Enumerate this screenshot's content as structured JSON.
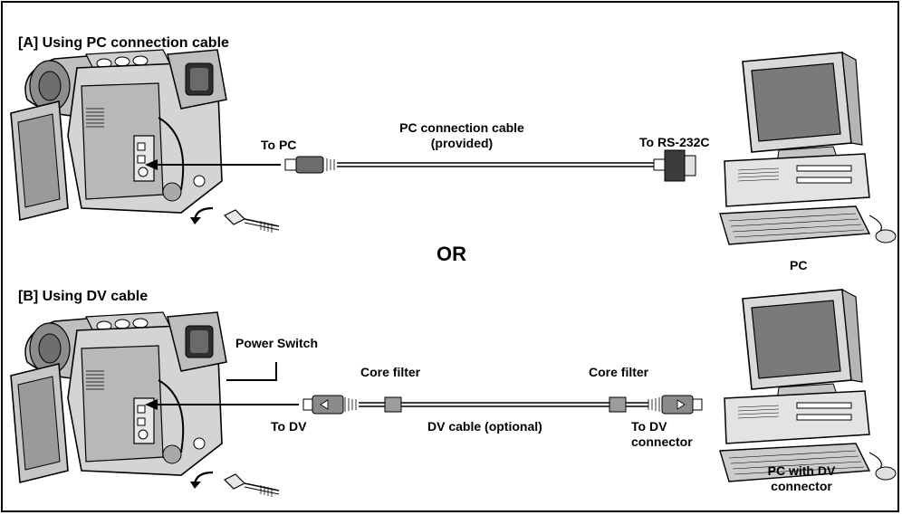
{
  "section_a": {
    "title": "[A] Using PC connection cable",
    "to_pc": "To PC",
    "cable_label": "PC connection cable\n(provided)",
    "to_rs232c": "To RS-232C",
    "pc_label": "PC"
  },
  "or_label": "OR",
  "section_b": {
    "title": "[B] Using DV cable",
    "power_switch": "Power Switch",
    "core_filter_left": "Core filter",
    "core_filter_right": "Core filter",
    "to_dv": "To DV",
    "dv_cable": "DV cable (optional)",
    "to_dv_connector": "To DV\nconnector",
    "pc_label": "PC with DV\nconnector"
  }
}
